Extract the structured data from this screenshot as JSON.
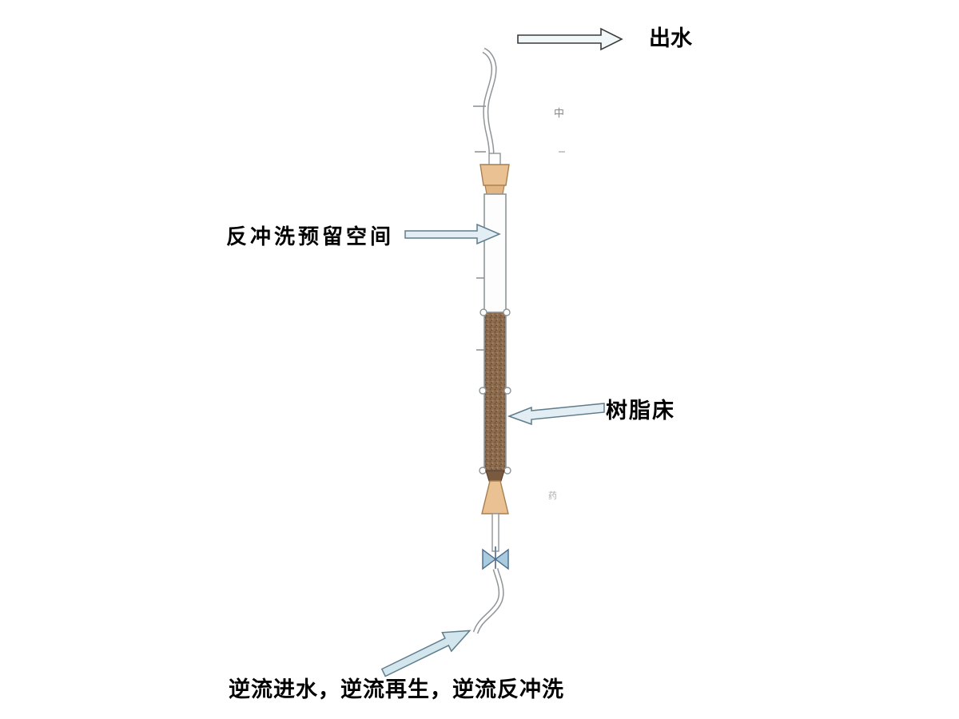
{
  "labels": {
    "outlet": "出水",
    "backwash_space": "反冲洗预留空间",
    "resin_bed": "树脂床",
    "inlet": "逆流进水，逆流再生，逆流反冲洗"
  },
  "artifacts": {
    "top_mark": "中",
    "bottom_mark": "药"
  },
  "colors": {
    "line": "#8f9598",
    "stopper": "#e9c193",
    "stopper_dark": "#7a5a3e",
    "resin": "#8d6c4e",
    "valve": "#a9cbe0",
    "arrow_fill": "#e2eef3",
    "text": "#000000"
  }
}
